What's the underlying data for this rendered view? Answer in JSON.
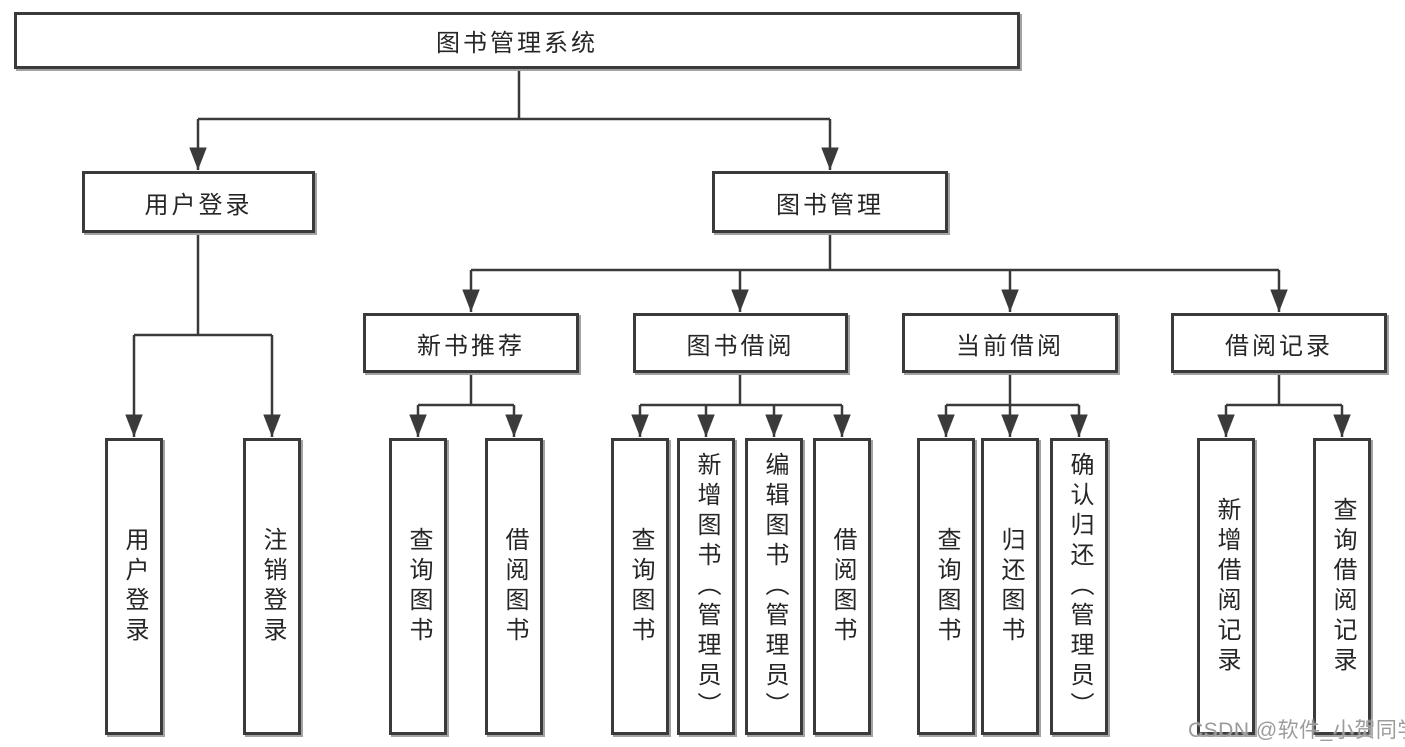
{
  "colors": {
    "background": "#ffffff",
    "box_border": "#3a3a3a",
    "connector_line": "#3a3a3a",
    "box_text": "#262626",
    "watermark_text": "#9c9c9c"
  },
  "watermark": {
    "text": "CSDN @软件_小贺同学"
  },
  "tree": {
    "root": {
      "label": "图书管理系统",
      "children": [
        {
          "label": "用户登录",
          "children": [
            {
              "label": "用户登录"
            },
            {
              "label": "注销登录"
            }
          ]
        },
        {
          "label": "图书管理",
          "children": [
            {
              "label": "新书推荐",
              "children": [
                {
                  "label": "查询图书"
                },
                {
                  "label": "借阅图书"
                }
              ]
            },
            {
              "label": "图书借阅",
              "children": [
                {
                  "label": "查询图书"
                },
                {
                  "label": "新增图书（管理员）"
                },
                {
                  "label": "编辑图书（管理员）"
                },
                {
                  "label": "借阅图书"
                }
              ]
            },
            {
              "label": "当前借阅",
              "children": [
                {
                  "label": "查询图书"
                },
                {
                  "label": "归还图书"
                },
                {
                  "label": "确认归还（管理员）"
                }
              ]
            },
            {
              "label": "借阅记录",
              "children": [
                {
                  "label": "新增借阅记录"
                },
                {
                  "label": "查询借阅记录"
                }
              ]
            }
          ]
        }
      ]
    }
  }
}
